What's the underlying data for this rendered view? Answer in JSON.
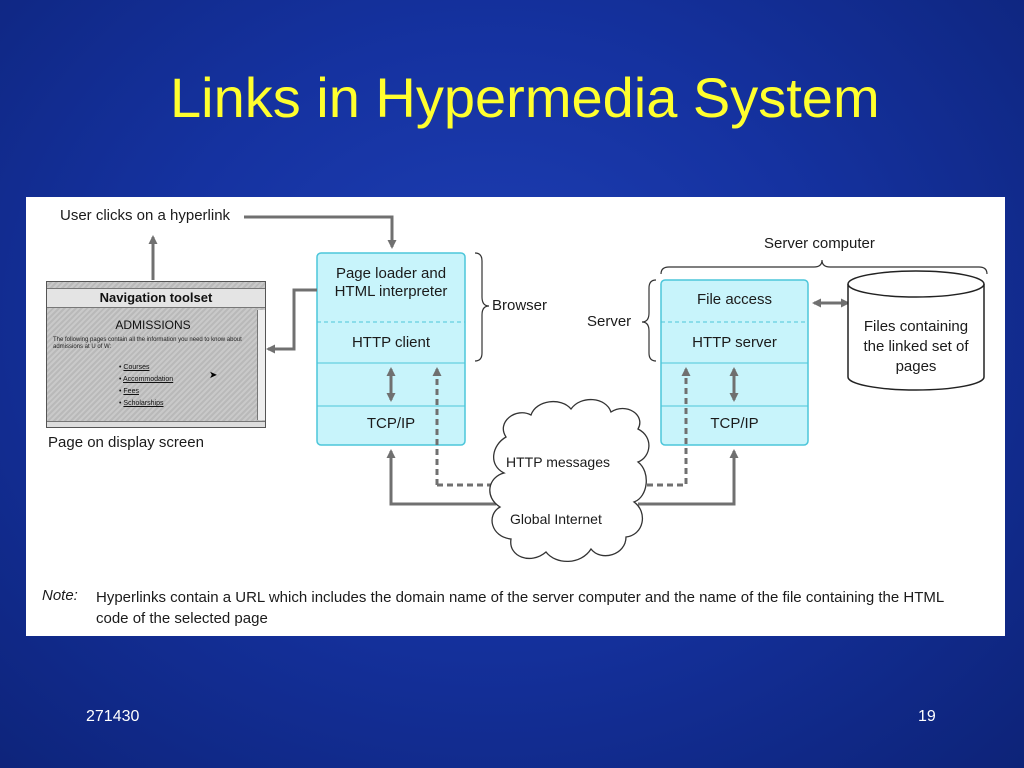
{
  "slide": {
    "title": "Links in Hypermedia System",
    "footer_left": "271430",
    "page_number": "19"
  },
  "diagram": {
    "user_clicks": "User clicks on a hyperlink",
    "page_on_display": "Page on display screen",
    "nav_page": {
      "toolset": "Navigation toolset",
      "heading": "ADMISSIONS",
      "intro": "The following pages contain all the information you need to know about admissions at U of W:",
      "items": [
        "Courses",
        "Accommodation",
        "Fees",
        "Scholarships"
      ]
    },
    "client": {
      "page_loader": "Page loader and HTML interpreter",
      "http_client": "HTTP client",
      "tcpip": "TCP/IP"
    },
    "browser_label": "Browser",
    "server_computer": "Server computer",
    "server_label": "Server",
    "server": {
      "file_access": "File access",
      "http_server": "HTTP server",
      "tcpip": "TCP/IP"
    },
    "files": "Files containing the linked set of pages",
    "http_messages": "HTTP messages",
    "global_internet": "Global Internet",
    "note_label": "Note:",
    "note_text": "Hyperlinks contain a URL which includes the domain name of the server computer and the name of the file containing the HTML code of the selected page"
  },
  "colors": {
    "title": "#ffff2e",
    "box_fill": "#c8f4fb",
    "box_border": "#4cc6da",
    "arrow": "#707070"
  }
}
